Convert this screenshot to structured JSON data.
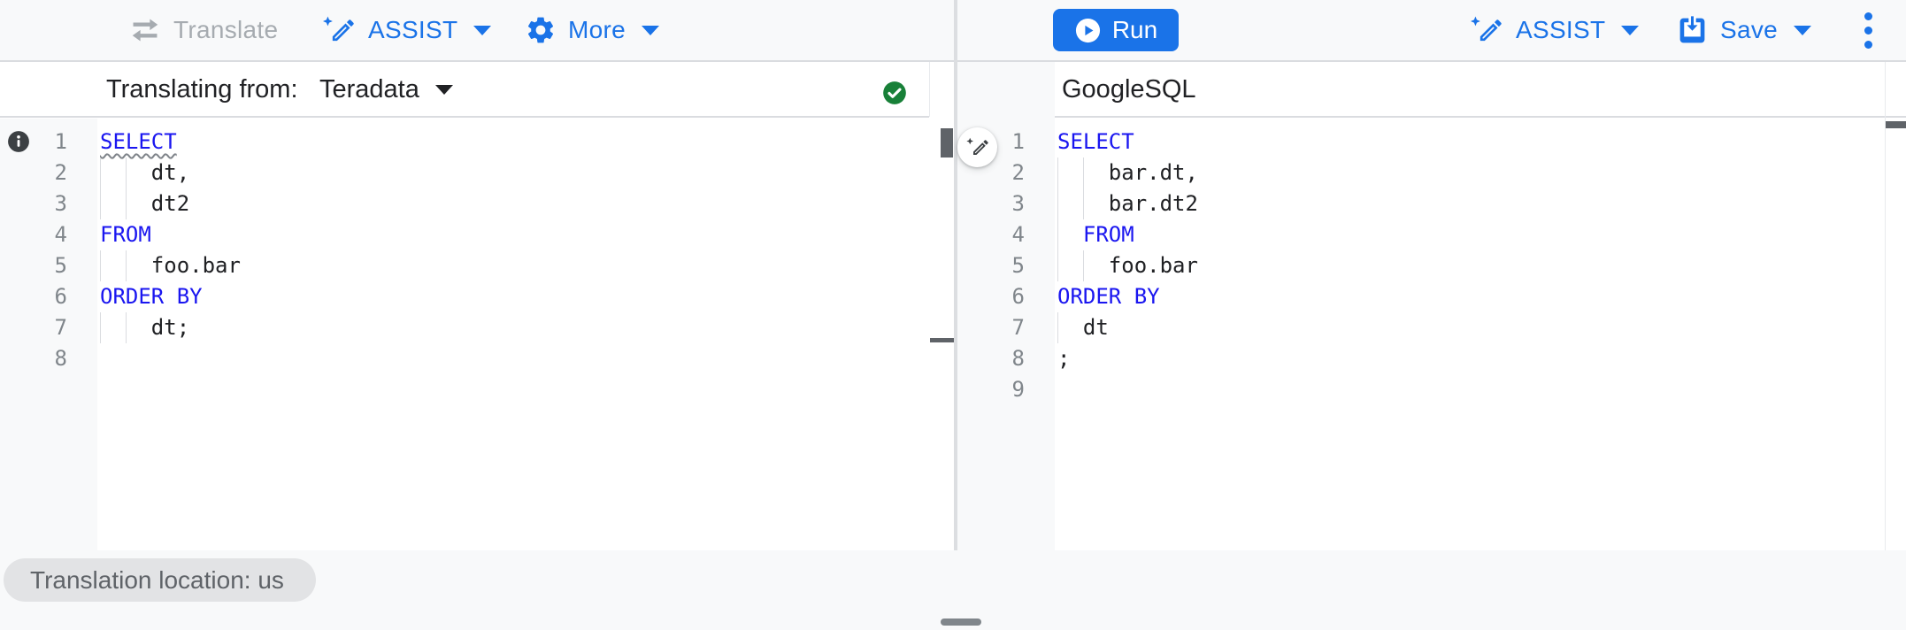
{
  "left_toolbar": {
    "translate_label": "Translate",
    "assist_label": "ASSIST",
    "more_label": "More"
  },
  "right_toolbar": {
    "run_label": "Run",
    "assist_label": "ASSIST",
    "save_label": "Save"
  },
  "source_panel": {
    "label": "Translating from:",
    "dialect": "Teradata",
    "status_icon": "check-circle",
    "line_marker_icon": "info-circle"
  },
  "target_panel": {
    "title": "GoogleSQL",
    "floating_action_icon": "magic-pen"
  },
  "status_chip": {
    "text": "Translation location: us"
  },
  "icons": {
    "translate": "swap-horizontal-arrows",
    "assist": "magic-pen",
    "more": "gear",
    "run": "play-circle",
    "save": "save-box-arrow",
    "overflow": "three-dot-vertical-menu",
    "success": "green-check-circle",
    "marker": "dark-info-circle",
    "split": "drag-handle-bar"
  },
  "colors": {
    "accent": "#1a73e8",
    "keyword": "#1a16f0",
    "success_green": "#188038",
    "text": "#202124",
    "muted_text": "#5f6368",
    "disabled_text": "#a6abb0",
    "line_number": "#80868b",
    "border": "#dadce0",
    "surface": "#f8f9fa",
    "chip_bg": "#e2e3e5",
    "marker_bg": "#3c4043"
  },
  "editors": {
    "source": {
      "lines": [
        {
          "n": 1,
          "guides": [],
          "segs": [
            {
              "t": "SELECT",
              "k": true,
              "sq": true
            }
          ]
        },
        {
          "n": 2,
          "guides": [
            0,
            2
          ],
          "segs": [
            {
              "t": "    dt,"
            }
          ]
        },
        {
          "n": 3,
          "guides": [
            0,
            2
          ],
          "segs": [
            {
              "t": "    dt2"
            }
          ]
        },
        {
          "n": 4,
          "guides": [],
          "segs": [
            {
              "t": "FROM",
              "k": true
            }
          ]
        },
        {
          "n": 5,
          "guides": [
            0,
            2
          ],
          "segs": [
            {
              "t": "    foo.bar"
            }
          ]
        },
        {
          "n": 6,
          "guides": [],
          "segs": [
            {
              "t": "ORDER BY",
              "k": true
            }
          ]
        },
        {
          "n": 7,
          "guides": [
            0,
            2
          ],
          "segs": [
            {
              "t": "    dt;"
            }
          ]
        },
        {
          "n": 8,
          "guides": [],
          "segs": []
        }
      ]
    },
    "target": {
      "lines": [
        {
          "n": 1,
          "guides": [],
          "segs": [
            {
              "t": "SELECT",
              "k": true
            }
          ]
        },
        {
          "n": 2,
          "guides": [
            0,
            2
          ],
          "segs": [
            {
              "t": "    bar.dt,"
            }
          ]
        },
        {
          "n": 3,
          "guides": [
            0,
            2
          ],
          "segs": [
            {
              "t": "    bar.dt2"
            }
          ]
        },
        {
          "n": 4,
          "guides": [
            0
          ],
          "segs": [
            {
              "t": "  "
            },
            {
              "t": "FROM",
              "k": true
            }
          ]
        },
        {
          "n": 5,
          "guides": [
            0,
            2
          ],
          "segs": [
            {
              "t": "    foo.bar"
            }
          ]
        },
        {
          "n": 6,
          "guides": [],
          "segs": [
            {
              "t": "ORDER BY",
              "k": true
            }
          ]
        },
        {
          "n": 7,
          "guides": [
            0
          ],
          "segs": [
            {
              "t": "  dt"
            }
          ]
        },
        {
          "n": 8,
          "guides": [],
          "segs": [
            {
              "t": ";"
            }
          ]
        },
        {
          "n": 9,
          "guides": [],
          "segs": []
        }
      ]
    }
  }
}
